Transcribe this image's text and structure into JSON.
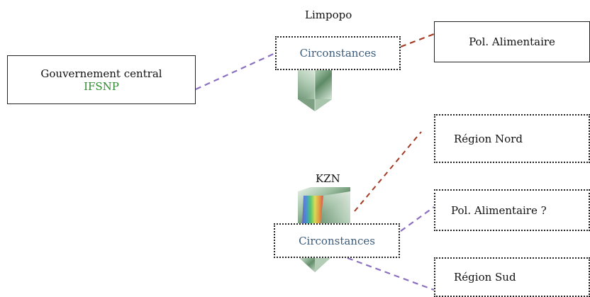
{
  "nodes": {
    "gov_title": "Gouvernement central",
    "gov_sub": "IFSNP",
    "pol_top": "Pol. Alimentaire",
    "circ_top": "Circonstances",
    "region_nord": "Région Nord",
    "pol_question": "Pol. Alimentaire ?",
    "circ_bottom": "Circonstances",
    "region_sud": "Région Sud"
  },
  "labels": {
    "limpopo": "Limpopo",
    "kzn": "KZN"
  },
  "colors": {
    "purple_line": "#8b6fc0",
    "red_line": "#a23a24",
    "ifsnp": "#2f8a2f",
    "circ_text": "#3a5a7a"
  }
}
